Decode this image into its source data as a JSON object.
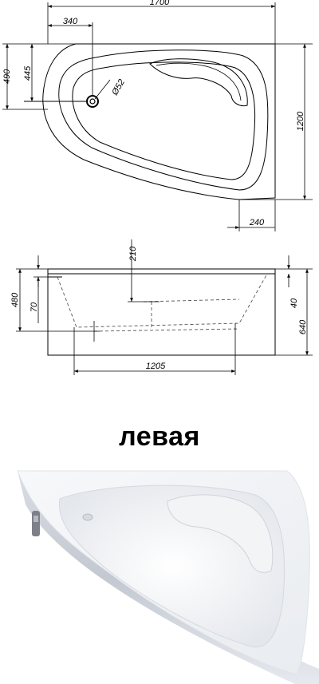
{
  "top_view": {
    "overall_length": "1700",
    "offset_left": "340",
    "overall_width": "1200",
    "height_490": "490",
    "height_445": "445",
    "drain": "Ø52",
    "offset_right": "240"
  },
  "side_view": {
    "dim_210": "210",
    "dim_480": "480",
    "dim_70": "70",
    "dim_40": "40",
    "dim_640": "640",
    "dim_1205": "1205"
  },
  "caption": "левая"
}
